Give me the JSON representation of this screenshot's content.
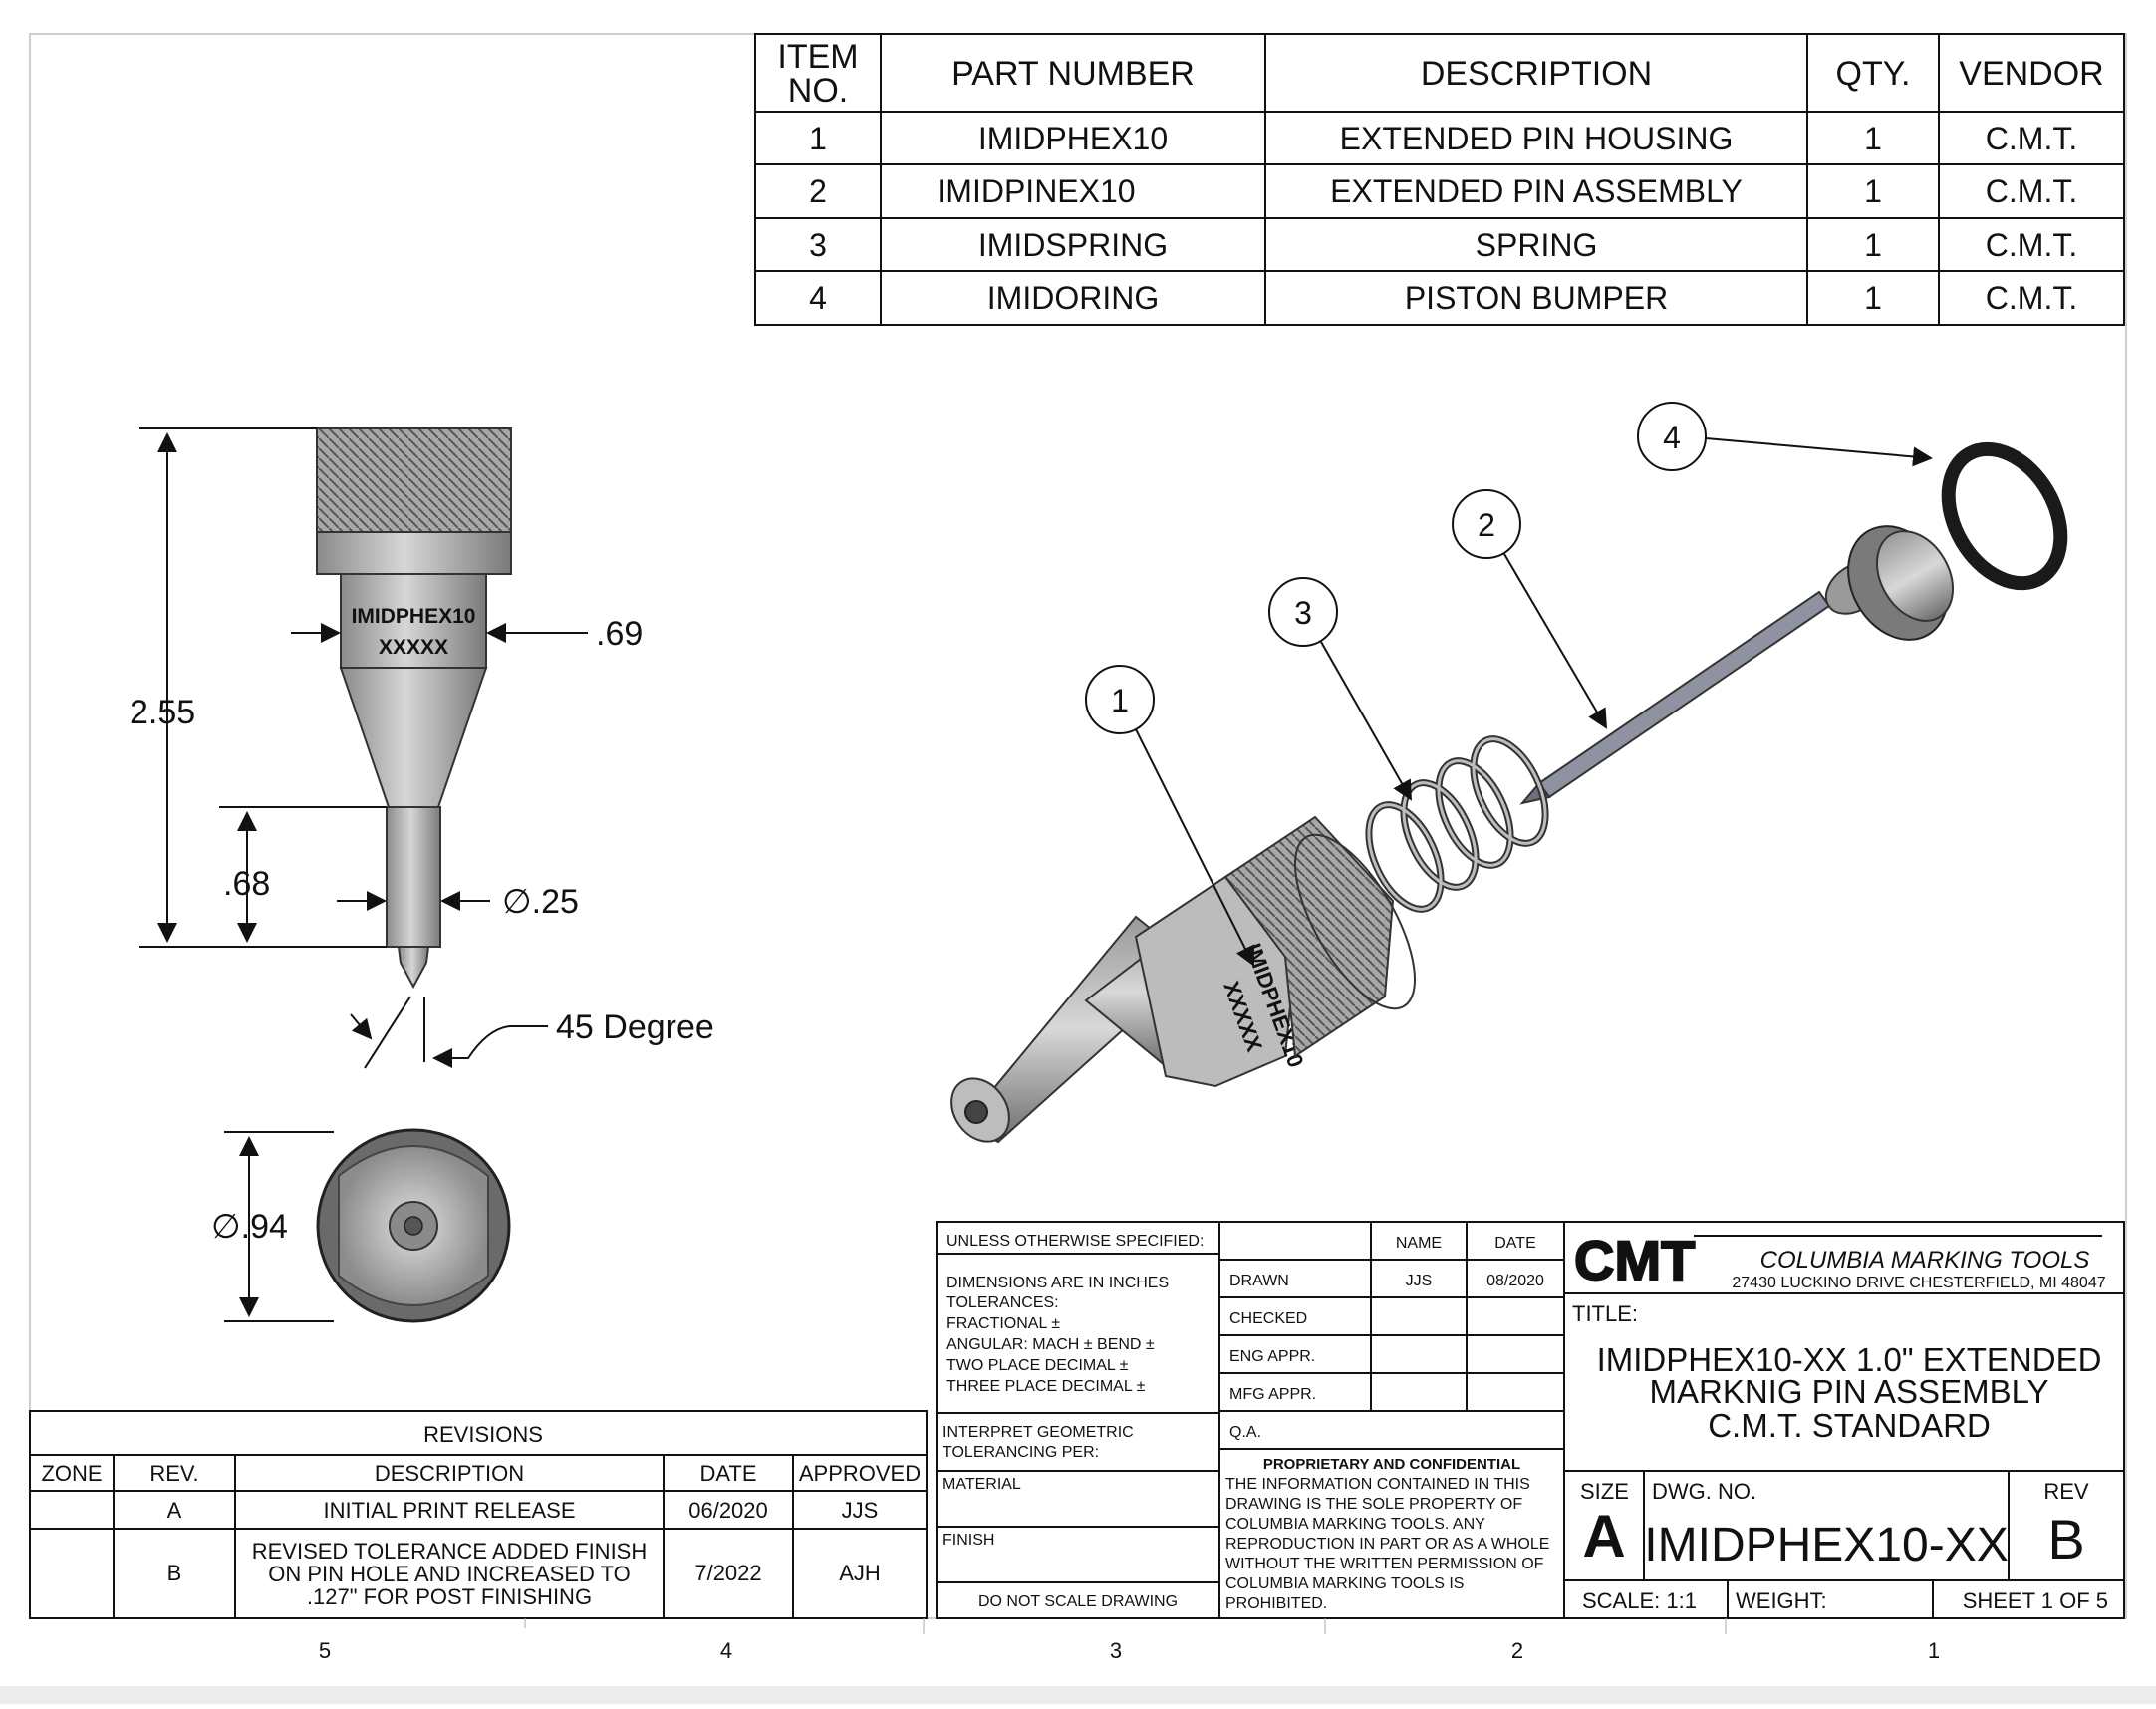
{
  "bom": {
    "headers": {
      "item_line1": "ITEM",
      "item_line2": "NO.",
      "part_number": "PART NUMBER",
      "description": "DESCRIPTION",
      "qty": "QTY.",
      "vendor": "VENDOR"
    },
    "rows": [
      {
        "item": "1",
        "part": "IMIDPHEX10",
        "desc": "EXTENDED PIN HOUSING",
        "qty": "1",
        "vendor": "C.M.T."
      },
      {
        "item": "2",
        "part": "IMIDPINEX10",
        "desc": "EXTENDED PIN ASSEMBLY",
        "qty": "1",
        "vendor": "C.M.T."
      },
      {
        "item": "3",
        "part": "IMIDSPRING",
        "desc": "SPRING",
        "qty": "1",
        "vendor": "C.M.T."
      },
      {
        "item": "4",
        "part": "IMIDORING",
        "desc": "PISTON BUMPER",
        "qty": "1",
        "vendor": "C.M.T."
      }
    ]
  },
  "dimensions": {
    "overall_length": "2.55",
    "body_width": ".69",
    "pin_length": ".68",
    "pin_diameter": "∅.25",
    "tip_angle": "45 Degree",
    "outer_diameter": "∅.94"
  },
  "part_marking": {
    "line1": "IMIDPHEX10",
    "line2": "XXXXX"
  },
  "balloons": [
    "1",
    "2",
    "3",
    "4"
  ],
  "revisions": {
    "title": "REVISIONS",
    "headers": {
      "zone": "ZONE",
      "rev": "REV.",
      "description": "DESCRIPTION",
      "date": "DATE",
      "approved": "APPROVED"
    },
    "rows": [
      {
        "zone": "",
        "rev": "A",
        "desc_lines": [
          "INITIAL PRINT RELEASE"
        ],
        "date": "06/2020",
        "approved": "JJS"
      },
      {
        "zone": "",
        "rev": "B",
        "desc_lines": [
          "REVISED TOLERANCE ADDED FINISH",
          "ON PIN HOLE AND INCREASED TO",
          ".127\" FOR POST FINISHING"
        ],
        "date": "7/2022",
        "approved": "AJH"
      }
    ]
  },
  "title_block": {
    "unless_specified": "UNLESS OTHERWISE SPECIFIED:",
    "tolerances_lines": [
      "DIMENSIONS ARE IN INCHES",
      "TOLERANCES:",
      "FRACTIONAL ±",
      "ANGULAR: MACH ±    BEND  ±",
      "TWO PLACE DECIMAL    ±",
      "THREE PLACE DECIMAL  ±"
    ],
    "interpret_lines": [
      "INTERPRET GEOMETRIC",
      "TOLERANCING PER:"
    ],
    "material": "MATERIAL",
    "finish": "FINISH",
    "do_not_scale": "DO NOT SCALE DRAWING",
    "name_header": "NAME",
    "date_header": "DATE",
    "sign_rows": [
      {
        "label": "DRAWN",
        "name": "JJS",
        "date": "08/2020"
      },
      {
        "label": "CHECKED",
        "name": "",
        "date": ""
      },
      {
        "label": "ENG APPR.",
        "name": "",
        "date": ""
      },
      {
        "label": "MFG APPR.",
        "name": "",
        "date": ""
      },
      {
        "label": "Q.A.",
        "name": "",
        "date": ""
      }
    ],
    "proprietary_title": "PROPRIETARY AND CONFIDENTIAL",
    "proprietary_lines": [
      "THE INFORMATION CONTAINED IN THIS",
      "DRAWING IS THE SOLE PROPERTY OF",
      "COLUMBIA MARKING TOOLS.  ANY",
      "REPRODUCTION IN PART OR AS A WHOLE",
      "WITHOUT THE WRITTEN PERMISSION OF",
      "COLUMBIA MARKING TOOLS IS",
      "PROHIBITED."
    ],
    "company_logo": "CMT",
    "company_name": "COLUMBIA MARKING TOOLS",
    "company_address": "27430 LUCKINO DRIVE CHESTERFIELD, MI 48047",
    "title_label": "TITLE:",
    "title_lines": [
      "IMIDPHEX10-XX 1.0\" EXTENDED",
      "MARKNIG PIN ASSEMBLY",
      "C.M.T. STANDARD"
    ],
    "size_label": "SIZE",
    "size_value": "A",
    "dwg_label": "DWG.  NO.",
    "dwg_value": "IMIDPHEX10-XX",
    "rev_label": "REV",
    "rev_value": "B",
    "scale": "SCALE: 1:1",
    "weight": "WEIGHT:",
    "sheet": "SHEET 1 OF 5"
  },
  "zone_numbers": [
    "5",
    "4",
    "3",
    "2",
    "1"
  ],
  "colors": {
    "metal_light": "#c8c8c8",
    "metal_mid": "#9a9a9a",
    "metal_dark": "#4a4a4a",
    "oring": "#1a1a1a",
    "pin_rod": "#8f92a0"
  }
}
